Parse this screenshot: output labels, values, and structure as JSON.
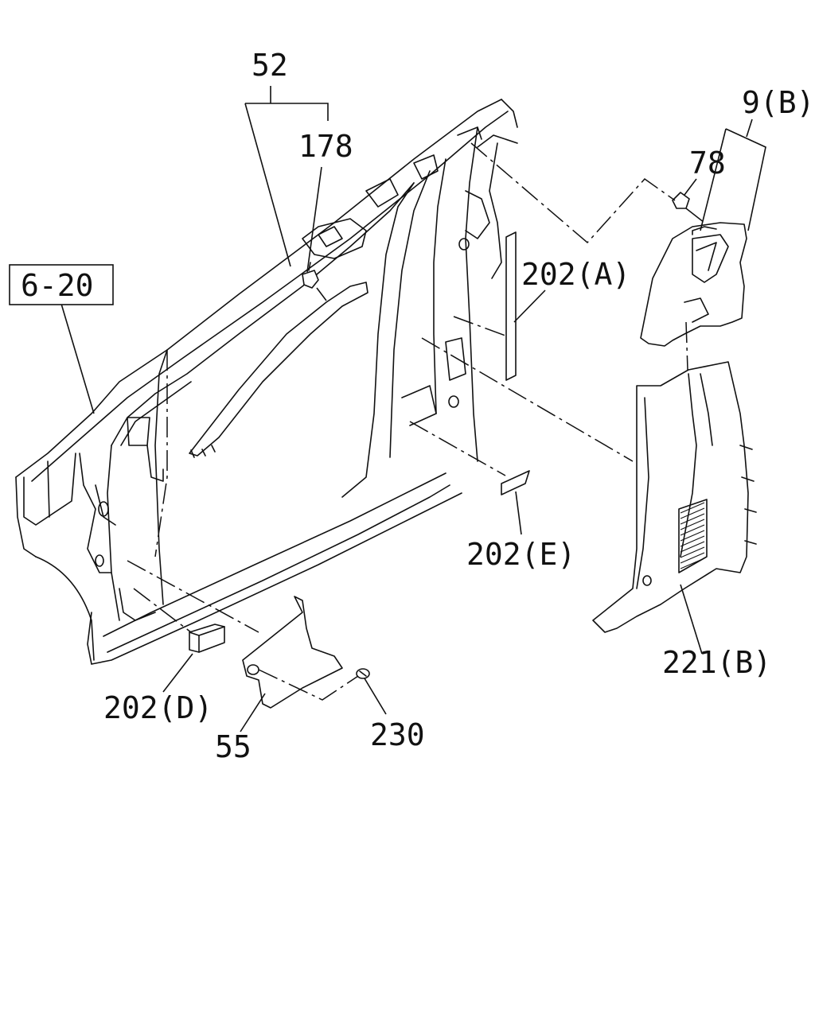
{
  "labels": {
    "ref_box": "6-20",
    "p52": "52",
    "p178": "178",
    "p9b": "9(B)",
    "p78": "78",
    "p202a": "202(A)",
    "p202e": "202(E)",
    "p202d": "202(D)",
    "p55": "55",
    "p230": "230",
    "p221b": "221(B)"
  }
}
